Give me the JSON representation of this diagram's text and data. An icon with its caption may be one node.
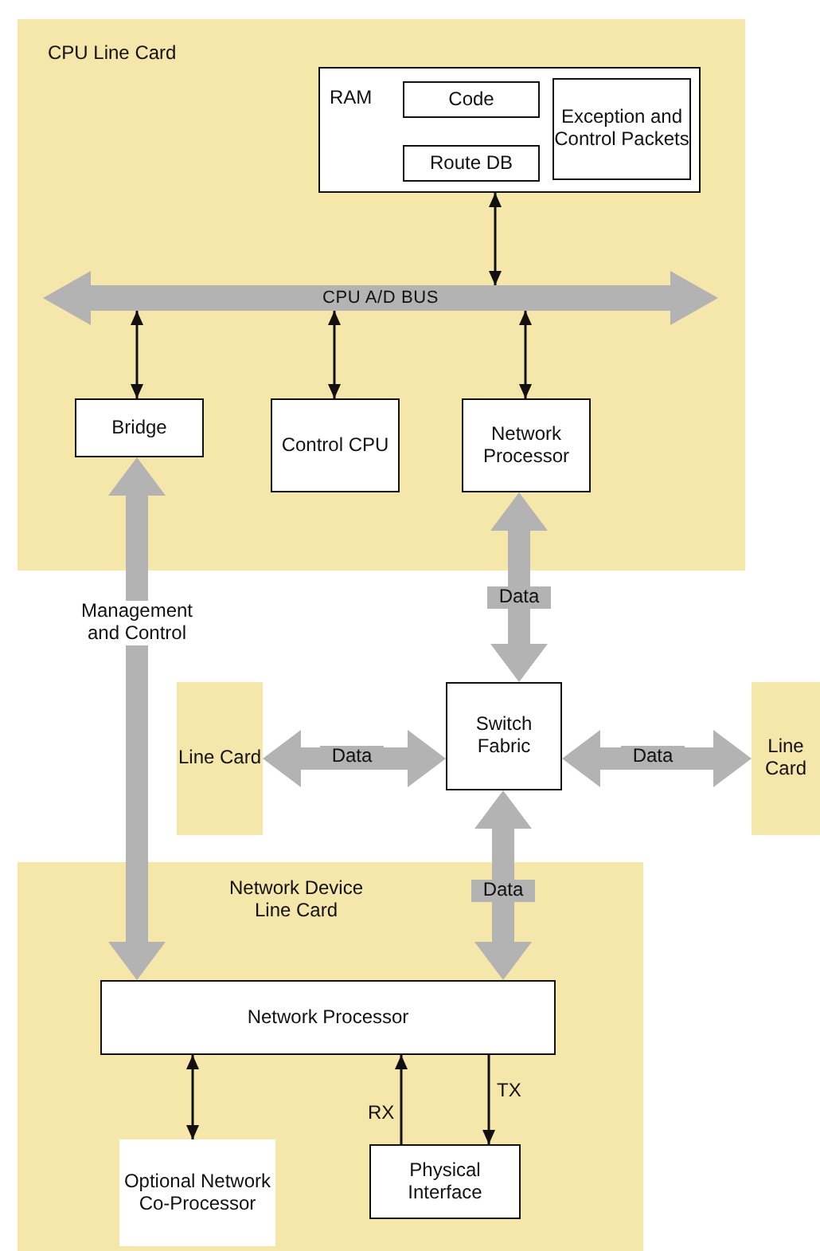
{
  "diagram": {
    "nodes": [
      {
        "text": [
          "CPU Line Card"
        ]
      },
      {
        "text": [
          "RAM"
        ],
        "in": 0
      },
      {
        "text": [
          "Code"
        ],
        "in": 1
      },
      {
        "text": [
          "Route DB"
        ],
        "in": 1
      },
      {
        "text": [
          "Exception and Control Packets"
        ],
        "in": 1
      },
      {
        "text": [
          "CPU A/D BUS"
        ],
        "in": 0
      },
      {
        "text": [
          "Bridge"
        ],
        "in": 0
      },
      {
        "text": [
          "Control CPU"
        ],
        "in": 0
      },
      {
        "text": [
          "Network Processor"
        ],
        "in": 0
      },
      {
        "text": [
          "Line Card"
        ]
      },
      {
        "text": [
          "Switch Fabric"
        ]
      },
      {
        "text": [
          "Line Card"
        ]
      },
      {
        "text": [
          "Network Device Line Card"
        ]
      },
      {
        "text": [
          "Network Processor"
        ],
        "in": 12
      },
      {
        "text": [
          "Optional Network Co-Processor"
        ],
        "in": 12
      },
      {
        "text": [
          "Physical Interface"
        ],
        "in": 12
      }
    ],
    "edges": [
      {
        "from": 1,
        "to": 5,
        "arrow": "both"
      },
      {
        "from": 5,
        "to": 6,
        "arrow": "both"
      },
      {
        "from": 5,
        "to": 7,
        "arrow": "both"
      },
      {
        "from": 5,
        "to": 8,
        "arrow": "both"
      },
      {
        "from": 6,
        "to": 13,
        "arrow": "both",
        "label": "Management and Control",
        "style": "thick",
        "color": "#b3b3b3"
      },
      {
        "from": 8,
        "to": 10,
        "arrow": "both",
        "label": "Data",
        "style": "thick",
        "color": "#b3b3b3"
      },
      {
        "from": 9,
        "to": 10,
        "arrow": "both",
        "label": "Data",
        "style": "thick",
        "color": "#b3b3b3"
      },
      {
        "from": 10,
        "to": 11,
        "arrow": "both",
        "label": "Data",
        "style": "thick",
        "color": "#b3b3b3"
      },
      {
        "from": 10,
        "to": 13,
        "arrow": "both",
        "label": "Data",
        "style": "thick",
        "color": "#b3b3b3"
      },
      {
        "from": 13,
        "to": 14,
        "arrow": "both"
      },
      {
        "from": 15,
        "to": 13,
        "arrow": "to",
        "label": "RX"
      },
      {
        "from": 13,
        "to": 15,
        "arrow": "to",
        "label": "TX"
      }
    ]
  }
}
